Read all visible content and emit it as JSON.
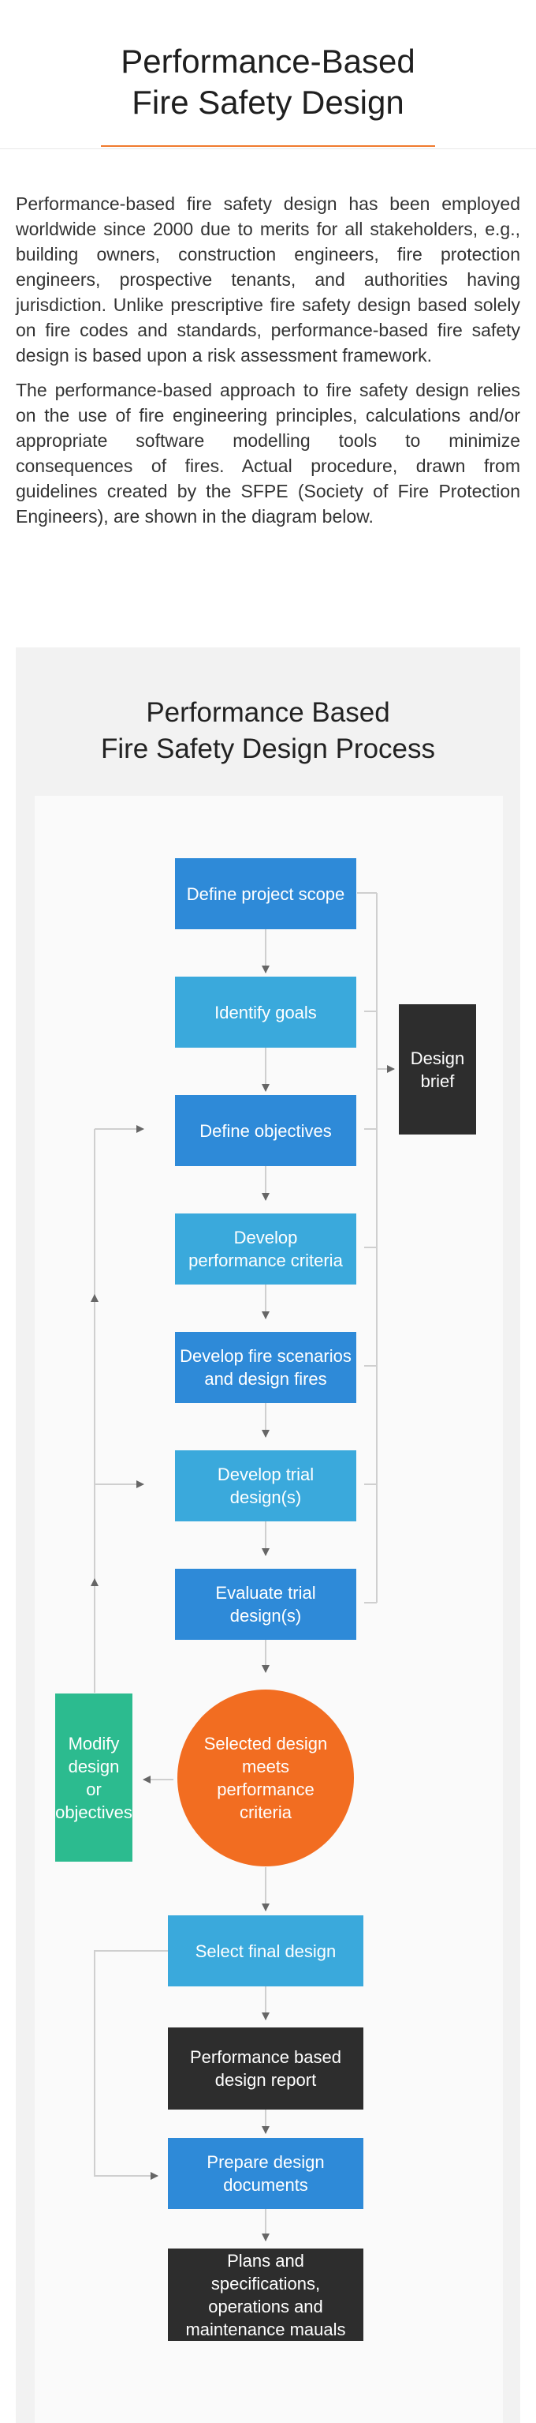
{
  "header": {
    "title": "Performance-Based\nFire Safety Design"
  },
  "intro": {
    "paragraph_1": "Performance-based fire safety design has been employed worldwide since 2000 due to merits for all stakeholders, e.g., building owners, construction engineers, fire protection engineers, prospective tenants, and authorities having jurisdiction. Unlike prescriptive fire safety design based solely on fire codes and standards, performance-based fire safety design is based upon a risk assessment framework.",
    "paragraph_2": "The performance-based approach to fire safety design relies on the use of fire engineering principles, calculations and/or appropriate software modelling tools to minimize consequences of fires. Actual procedure, drawn from guidelines created by the SFPE (Society of Fire Protection Engineers), are shown in the diagram below."
  },
  "diagram": {
    "title": "Performance Based\nFire Safety Design Process",
    "steps": {
      "define_scope": "Define project scope",
      "identify_goals": "Identify goals",
      "define_objectives": "Define objectives",
      "develop_criteria": "Develop\nperformance criteria",
      "develop_scenarios": "Develop fire scenarios\nand design fires",
      "develop_trial": "Develop trial\ndesign(s)",
      "evaluate_trial": "Evaluate trial\ndesign(s)",
      "decision": "Selected design\nmeets\nperformance\ncriteria",
      "modify": "Modify\ndesign\nor\nobjectives",
      "design_brief": "Design\nbrief",
      "select_final": "Select final design",
      "report": "Performance based\ndesign report",
      "prepare_docs": "Prepare design\ndocuments",
      "plans": "Plans and specifications,\noperations and\nmaintenance mauals"
    },
    "colors": {
      "primary_blue": "#2e8ad8",
      "light_blue": "#3aa9dc",
      "dark": "#2d2d2d",
      "green": "#2cbb8f",
      "orange": "#f26d21",
      "accent_line": "#f07a2e"
    }
  }
}
